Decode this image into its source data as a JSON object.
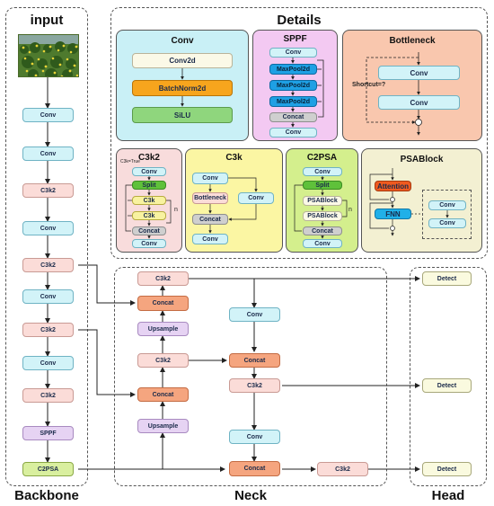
{
  "headings": {
    "input": "input",
    "details": "Details",
    "backbone": "Backbone",
    "neck": "Neck",
    "head": "Head"
  },
  "backbone": [
    "Conv",
    "Conv",
    "C3k2",
    "Conv",
    "C3k2",
    "Conv",
    "C3k2",
    "Conv",
    "C3k2",
    "SPPF",
    "C2PSA"
  ],
  "neck": {
    "c3k2_top": "C3k2",
    "concat_1": "Concat",
    "upsample_1": "Upsample",
    "c3k2_mid": "C3k2",
    "concat_2": "Concat",
    "upsample_2": "Upsample",
    "conv_right_1": "Conv",
    "concat_right_1": "Concat",
    "c3k2_right": "C3k2",
    "conv_right_2": "Conv",
    "concat_bottom": "Concat",
    "c3k2_bottom": "C3k2"
  },
  "head": [
    "Detect",
    "Detect",
    "Detect"
  ],
  "details": {
    "conv": {
      "title": "Conv",
      "items": [
        "Conv2d",
        "BatchNorm2d",
        "SiLU"
      ]
    },
    "sppf": {
      "title": "SPPF",
      "items": [
        "Conv",
        "MaxPool2d",
        "MaxPool2d",
        "MaxPool2d",
        "Concat",
        "Conv"
      ]
    },
    "bottleneck": {
      "title": "Bottleneck",
      "items": [
        "Conv",
        "Conv"
      ],
      "shortcut_label": "Shortcut=?"
    },
    "c3k2": {
      "title": "C3k2",
      "note": "C3k=True",
      "items": [
        "Conv",
        "Split",
        "C3k",
        "C3k",
        "Concat",
        "Conv"
      ],
      "n_label": "n"
    },
    "c3k": {
      "title": "C3k",
      "items": [
        "Conv",
        "Bottleneck",
        "Conv",
        "Concat",
        "Conv"
      ]
    },
    "c2psa": {
      "title": "C2PSA",
      "items": [
        "Conv",
        "Split",
        "PSABlock",
        "PSABlock",
        "Concat",
        "Conv"
      ],
      "n_label": "n"
    },
    "psablock": {
      "title": "PSABlock",
      "items": [
        "Attention",
        "FNN",
        "Conv",
        "Conv"
      ]
    }
  },
  "colors": {
    "conv": "#d2f3f8",
    "c3k2": "#fbdcd8",
    "sppf": "#e6d3f3",
    "c2psa": "#d9ef9f",
    "concat": "#f5a57f",
    "upsample": "#e6d3f3",
    "detect": "#fafadf"
  }
}
